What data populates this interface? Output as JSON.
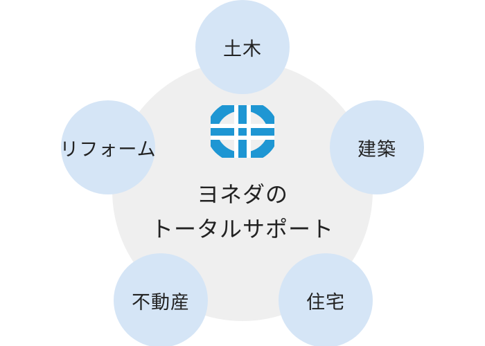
{
  "diagram": {
    "center": {
      "line1": "ヨネダの",
      "line2": "トータルサポート",
      "logo_icon": "yoneda-logo-icon",
      "logo_color": "#1e96d3"
    },
    "nodes": [
      {
        "label": "土木"
      },
      {
        "label": "建築"
      },
      {
        "label": "住宅"
      },
      {
        "label": "不動産"
      },
      {
        "label": "リフォーム"
      }
    ],
    "colors": {
      "node_fill": "#d5e5f6",
      "center_fill": "#efefef",
      "text": "#222222"
    }
  }
}
